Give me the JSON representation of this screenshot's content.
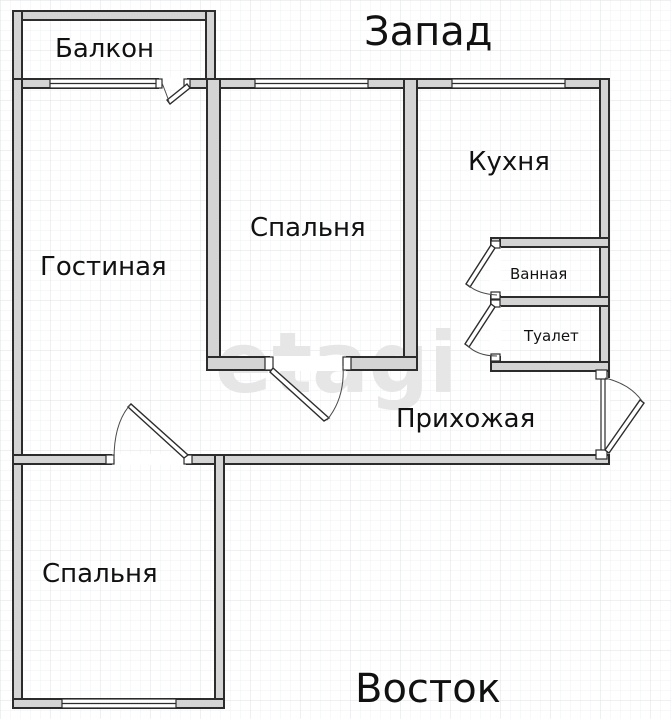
{
  "compass": {
    "west": "Запад",
    "east": "Восток"
  },
  "rooms": {
    "balcony": "Балкон",
    "living_room": "Гостиная",
    "bedroom_top": "Спальня",
    "kitchen": "Кухня",
    "bathroom": "Ванная",
    "toilet": "Туалет",
    "hallway": "Прихожая",
    "bedroom_bottom": "Спальня"
  },
  "watermark": "etagi",
  "colors": {
    "wall_fill": "#d4d4d4",
    "wall_stroke": "#2c2c2c",
    "grid_minor": "#eef0f3",
    "grid_major": "#dde1e6",
    "background": "#ffffff"
  }
}
